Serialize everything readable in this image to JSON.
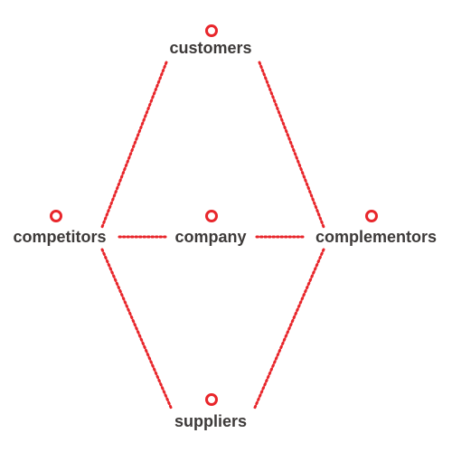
{
  "diagram": {
    "nodes": {
      "customers": {
        "label": "customers"
      },
      "competitors": {
        "label": "competitors"
      },
      "company": {
        "label": "company"
      },
      "complementors": {
        "label": "complementors"
      },
      "suppliers": {
        "label": "suppliers"
      }
    },
    "edges": [
      {
        "from": "customers",
        "to": "competitors"
      },
      {
        "from": "customers",
        "to": "complementors"
      },
      {
        "from": "competitors",
        "to": "company"
      },
      {
        "from": "company",
        "to": "complementors"
      },
      {
        "from": "competitors",
        "to": "suppliers"
      },
      {
        "from": "complementors",
        "to": "suppliers"
      }
    ],
    "colors": {
      "accent": "#e8262b",
      "text": "#3d3a39",
      "background": "#ffffff"
    }
  }
}
